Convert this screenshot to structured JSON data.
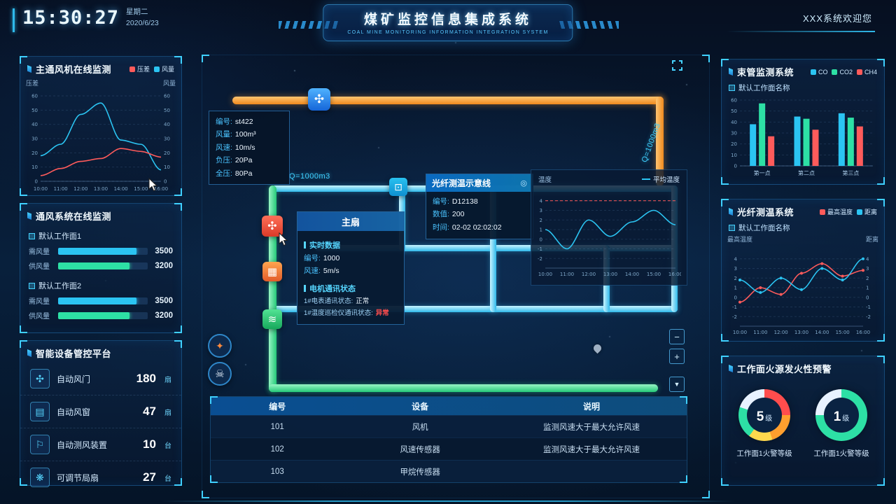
{
  "header": {
    "time": "15:30:27",
    "weekday": "星期二",
    "date": "2020/6/23",
    "title": "煤矿监控信息集成系统",
    "subtitle": "COAL MINE MONITORING INFORMATION INTEGRATION SYSTEM",
    "welcome": "XXX系统欢迎您"
  },
  "colors": {
    "cyan": "#2bc4f2",
    "green": "#2de0a5",
    "red": "#ff5b5b",
    "orange": "#ff9f2e",
    "yellow": "#ffd84d",
    "white": "#e8f2ff"
  },
  "left": {
    "fan_panel": {
      "title": "主通风机在线监测",
      "legend": [
        {
          "label": "压差",
          "color": "#ff5b5b"
        },
        {
          "label": "风量",
          "color": "#2bc4f2"
        }
      ],
      "axis_left": "压差",
      "axis_right": "风量"
    },
    "vent_panel": {
      "title": "通风系统在线监测",
      "groups": [
        {
          "name": "默认工作面1",
          "rows": [
            {
              "label": "需风量",
              "value": "3500",
              "pct": 87.5,
              "color": "#2bc4f2"
            },
            {
              "label": "供风量",
              "value": "3200",
              "pct": 80,
              "color": "#2de0a5"
            }
          ]
        },
        {
          "name": "默认工作面2",
          "rows": [
            {
              "label": "需风量",
              "value": "3500",
              "pct": 87.5,
              "color": "#2bc4f2"
            },
            {
              "label": "供风量",
              "value": "3200",
              "pct": 80,
              "color": "#2de0a5"
            }
          ]
        }
      ]
    },
    "device_panel": {
      "title": "智能设备管控平台",
      "items": [
        {
          "icon": "fan-door-icon",
          "glyph": "✣",
          "label": "自动风门",
          "value": "180",
          "unit": "扇"
        },
        {
          "icon": "fan-window-icon",
          "glyph": "▤",
          "label": "自动风窗",
          "value": "47",
          "unit": "扇"
        },
        {
          "icon": "wind-measure-icon",
          "glyph": "⚐",
          "label": "自动测风装置",
          "value": "10",
          "unit": "台"
        },
        {
          "icon": "local-fan-icon",
          "glyph": "❋",
          "label": "可调节局扇",
          "value": "27",
          "unit": "台"
        }
      ]
    }
  },
  "center": {
    "flow_label_left": "Q=1000m3",
    "flow_label_right": "Q=1000m3",
    "icons": {
      "blue_fan": "✣",
      "sensor": "⊡",
      "red_fan": "✣",
      "abacus": "▦",
      "green_fan": "≋",
      "compass": "✦",
      "skull": "☠"
    },
    "tooltip": {
      "rows": [
        {
          "label": "编号:",
          "value": "st422"
        },
        {
          "label": "风量:",
          "value": "100m³"
        },
        {
          "label": "风速:",
          "value": "10m/s"
        },
        {
          "label": "负压:",
          "value": "20Pa"
        },
        {
          "label": "全压:",
          "value": "80Pa"
        }
      ]
    },
    "fiber_popup": {
      "title": "光纤测温示意线",
      "icon": "◎",
      "rows": [
        {
          "label": "编号:",
          "value": "D12138"
        },
        {
          "label": "数值:",
          "value": "200"
        },
        {
          "label": "时间:",
          "value": "02-02 02:02:02"
        }
      ]
    },
    "fan_popup": {
      "title": "主扇",
      "section1": "实时数据",
      "s1_rows": [
        {
          "label": "编号:",
          "value": "1000"
        },
        {
          "label": "风速:",
          "value": "5m/s"
        }
      ],
      "section2": "电机通讯状态",
      "s2_rows": [
        {
          "label": "1#电表通讯状态:",
          "value": "正常",
          "status": "ok"
        },
        {
          "label": "1#温度巡检仪通讯状态:",
          "value": "异常",
          "status": "alarm"
        }
      ]
    },
    "temp_chart_label": "温度",
    "temp_chart_legend": "平均温度",
    "map_controls": {
      "zoom_out": "−",
      "zoom_in": "+",
      "pan_down": "▼"
    },
    "table": {
      "headers": [
        "编号",
        "设备",
        "说明"
      ],
      "rows": [
        [
          "101",
          "风机",
          "监测风速大于最大允许风速"
        ],
        [
          "102",
          "风速传感器",
          "监测风速大于最大允许风速"
        ],
        [
          "103",
          "甲烷传感器",
          ""
        ]
      ]
    }
  },
  "right": {
    "tube_panel": {
      "title": "束管监测系统",
      "legend": [
        {
          "label": "CO",
          "color": "#2bc4f2"
        },
        {
          "label": "CO2",
          "color": "#2de0a5"
        },
        {
          "label": "CH4",
          "color": "#ff5b5b"
        }
      ],
      "sub_label": "默认工作面名称"
    },
    "fiber_panel": {
      "title": "光纤测温系统",
      "legend": [
        {
          "label": "最高温度",
          "color": "#ff5b5b"
        },
        {
          "label": "距离",
          "color": "#2bc4f2"
        }
      ],
      "sub_label": "默认工作面名称",
      "axis_left": "最高温度",
      "axis_right": "距离"
    },
    "fire_panel": {
      "title": "工作面火源发火性预警",
      "gauges": [
        {
          "value": "5",
          "unit": "级",
          "caption": "工作面1火警等级",
          "segments": [
            {
              "color": "#ff4d4d",
              "pct": 25
            },
            {
              "color": "#ff9f2e",
              "pct": 20
            },
            {
              "color": "#ffd84d",
              "pct": 15
            },
            {
              "color": "#2de0a5",
              "pct": 20
            },
            {
              "color": "#e8f2ff",
              "pct": 20
            }
          ]
        },
        {
          "value": "1",
          "unit": "级",
          "caption": "工作面1火警等级",
          "segments": [
            {
              "color": "#2de0a5",
              "pct": 75
            },
            {
              "color": "#e8f2ff",
              "pct": 25
            }
          ]
        }
      ]
    }
  },
  "chart_data": [
    {
      "id": "fan_chart",
      "type": "line",
      "title": "主通风机在线监测",
      "x": [
        "10:00",
        "11:00",
        "12:00",
        "13:00",
        "14:00",
        "15:00",
        "16:00"
      ],
      "ylim": [
        0,
        60
      ],
      "yticks": [
        0,
        10,
        20,
        30,
        40,
        50,
        60
      ],
      "ylabel_left": "压差",
      "ylabel_right": "风量",
      "series": [
        {
          "name": "风量",
          "color": "#2bc4f2",
          "values": [
            18,
            26,
            47,
            55,
            29,
            26,
            8
          ]
        },
        {
          "name": "压差",
          "color": "#ff5b5b",
          "values": [
            4,
            9,
            14,
            16,
            23,
            21,
            17
          ]
        }
      ]
    },
    {
      "id": "temp_chart",
      "type": "line",
      "title": "温度",
      "x": [
        "10:00",
        "11:00",
        "12:00",
        "13:00",
        "14:00",
        "15:00",
        "16:00"
      ],
      "ylim": [
        -3,
        5
      ],
      "yticks": [
        -2,
        -1,
        0,
        1,
        2,
        3,
        4
      ],
      "threshold": 4,
      "series": [
        {
          "name": "平均温度",
          "color": "#2bc4f2",
          "values": [
            1,
            -1,
            2,
            0.3,
            1.8,
            3,
            1.5
          ]
        }
      ]
    },
    {
      "id": "tube_chart",
      "type": "bar",
      "title": "束管监测系统",
      "categories": [
        "第一点",
        "第二点",
        "第三点"
      ],
      "ylim": [
        0,
        60
      ],
      "yticks": [
        0,
        10,
        20,
        30,
        40,
        50,
        60
      ],
      "series": [
        {
          "name": "CO",
          "color": "#2bc4f2",
          "values": [
            38,
            45,
            48
          ]
        },
        {
          "name": "CO2",
          "color": "#2de0a5",
          "values": [
            57,
            43,
            44
          ]
        },
        {
          "name": "CH4",
          "color": "#ff5b5b",
          "values": [
            27,
            33,
            36
          ]
        }
      ]
    },
    {
      "id": "fiber_chart",
      "type": "line",
      "title": "光纤测温系统",
      "x": [
        "10:00",
        "11:00",
        "12:00",
        "13:00",
        "14:00",
        "15:00",
        "16:00"
      ],
      "ylim": [
        -3,
        5
      ],
      "yticks": [
        -2,
        -1,
        0,
        1,
        2,
        3,
        4
      ],
      "series": [
        {
          "name": "最高温度",
          "color": "#ff5b5b",
          "values": [
            -0.5,
            1,
            0.3,
            2.5,
            3.5,
            2.2,
            2.8
          ]
        },
        {
          "name": "距离",
          "color": "#2bc4f2",
          "values": [
            1.8,
            0.5,
            2,
            0.8,
            3,
            1.8,
            4
          ]
        }
      ]
    }
  ]
}
